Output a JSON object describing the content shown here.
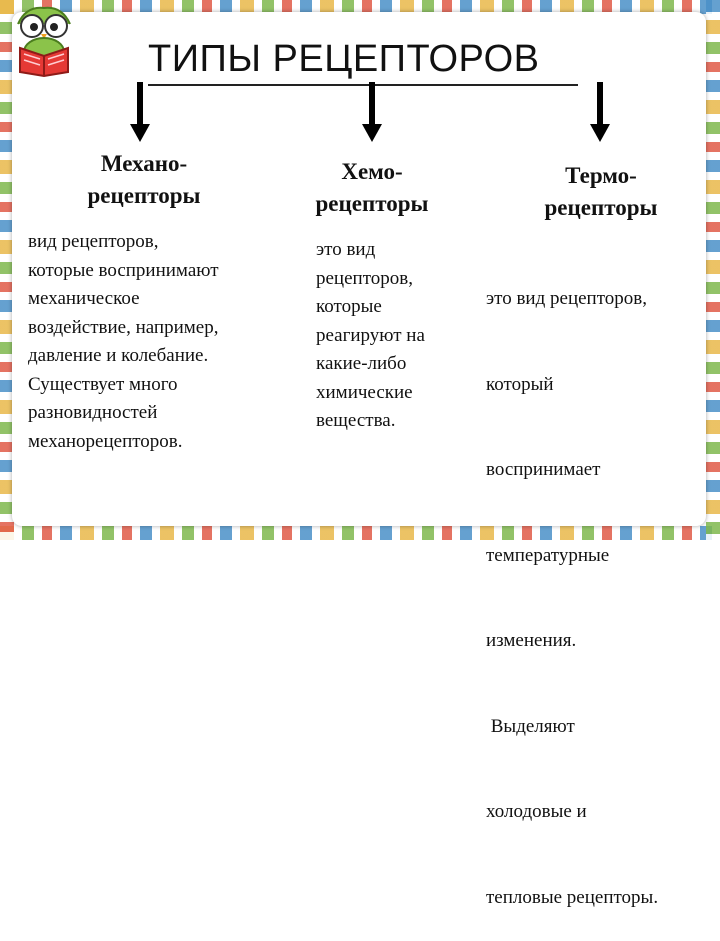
{
  "title": "ТИПЫ РЕЦЕПТОРОВ",
  "columns": [
    {
      "head_line1": "Механо-",
      "head_line2": "рецепторы",
      "body": [
        "вид рецепторов,",
        "которые воспринимают",
        "механическое",
        "воздействие, например,",
        "давление и колебание.",
        "Существует много",
        "разновидностей",
        "механорецепторов."
      ]
    },
    {
      "head_line1": "Хемо-",
      "head_line2": "рецепторы",
      "body": [
        "это вид",
        "рецепторов,",
        "которые",
        "реагируют на",
        "какие-либо",
        "химические",
        "вещества."
      ]
    },
    {
      "head_line1": "Термо-",
      "head_line2": "рецепторы",
      "body": [
        "это вид рецепторов,",
        "который",
        "воспринимает",
        "температурные",
        "изменения.",
        " Выделяют",
        "холодовые и",
        "тепловые рецепторы."
      ]
    }
  ],
  "colors": {
    "arrow": "#000000",
    "text": "#111111"
  },
  "icons": {
    "logo": "owl-reading-book-icon"
  }
}
